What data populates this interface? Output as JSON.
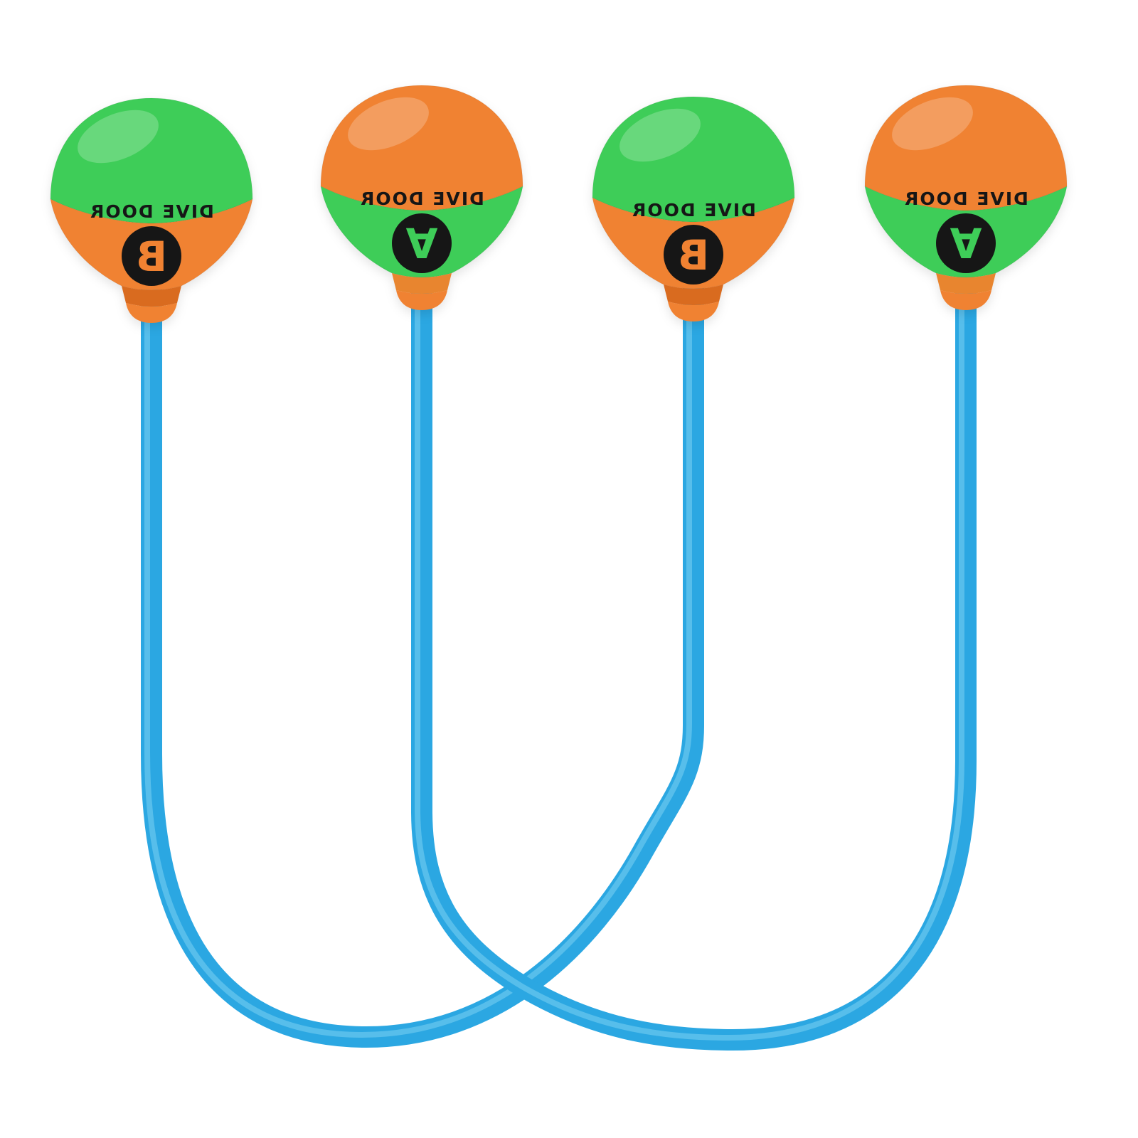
{
  "image_description": "Product photo: two blue tube dive toys, each ending in balloon-shaped floats marked A and B",
  "brand": "DIVE DOOR",
  "colors": {
    "background": "#FFFFFF",
    "green": "#3ECD58",
    "orange": "#F08232",
    "orange_dark": "#D96B1F",
    "green_dark": "#2FB24A",
    "blue": "#2BA7E2",
    "blue_highlight": "#6FCBF0",
    "black": "#161616",
    "white_highlight": "#FFFFFF"
  },
  "rope": {
    "color": "#2BA7E2",
    "highlight": "#6FCBF0"
  },
  "heads": [
    {
      "letter": "B",
      "position": "far-left",
      "dome_color": "#3ECD58",
      "cone_color": "#F08232",
      "band_color": "#D96B1F",
      "nub_color": "#F08232",
      "letter_color": "#F08232",
      "badge_color": "#161616"
    },
    {
      "letter": "A",
      "position": "center-left",
      "dome_color": "#F08232",
      "cone_color": "#3ECD58",
      "band_color": "#E8852F",
      "nub_color": "#F08232",
      "letter_color": "#3ECD58",
      "badge_color": "#161616"
    },
    {
      "letter": "B",
      "position": "center-right",
      "dome_color": "#3ECD58",
      "cone_color": "#F08232",
      "band_color": "#D96B1F",
      "nub_color": "#F08232",
      "letter_color": "#F08232",
      "badge_color": "#161616"
    },
    {
      "letter": "A",
      "position": "far-right",
      "dome_color": "#F08232",
      "cone_color": "#3ECD58",
      "band_color": "#E8852F",
      "nub_color": "#F08232",
      "letter_color": "#3ECD58",
      "badge_color": "#161616"
    }
  ]
}
